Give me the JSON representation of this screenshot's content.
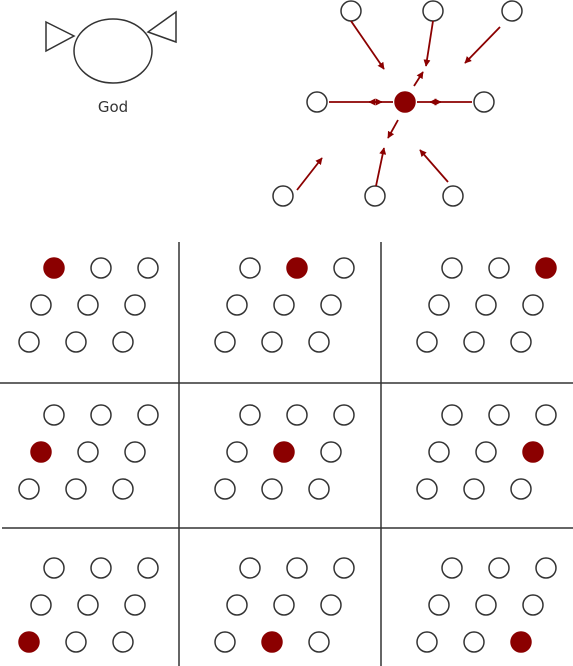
{
  "caption": "God",
  "colors": {
    "accent": "#8b0000",
    "stroke": "#333333",
    "background": "#ffffff"
  },
  "grid": {
    "rows": 3,
    "cols": 3,
    "dots_per_cell": 9,
    "cells": [
      {
        "highlighted": 0
      },
      {
        "highlighted": 1
      },
      {
        "highlighted": 2
      },
      {
        "highlighted": 3
      },
      {
        "highlighted": 4
      },
      {
        "highlighted": 5
      },
      {
        "highlighted": 6
      },
      {
        "highlighted": 7
      },
      {
        "highlighted": 8
      }
    ]
  },
  "star": {
    "outer_nodes": 8,
    "center_filled": true
  }
}
